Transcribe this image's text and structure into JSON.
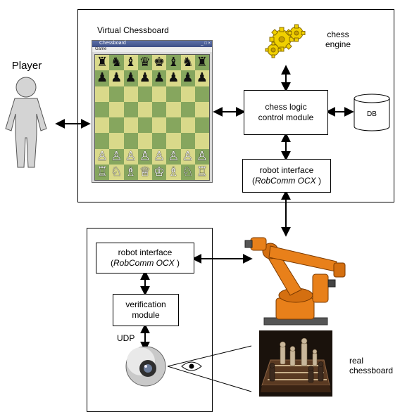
{
  "labels": {
    "player": "Player",
    "virtual_chessboard": "Virtual Chessboard",
    "chess_engine": "chess\nengine",
    "chess_logic": "chess logic\ncontrol module",
    "db": "DB",
    "robot_interface_top_line1": "robot interface",
    "robot_interface_top_open": "(",
    "robot_interface_top_italic": "RobComm OCX",
    "robot_interface_top_close": " )",
    "robot_interface_bottom_line1": "robot interface",
    "robot_interface_bottom_open": "(",
    "robot_interface_bottom_italic": "RobComm OCX",
    "robot_interface_bottom_close": " )",
    "verification_module": "verification\nmodule",
    "udp": "UDP",
    "real_chessboard": "real\nchessboard"
  },
  "chessboard_window": {
    "title": "Chessboard",
    "menu": "Game",
    "buttons": "_ □ ×",
    "rows": [
      [
        "♜",
        "♞",
        "♝",
        "♛",
        "♚",
        "♝",
        "♞",
        "♜"
      ],
      [
        "♟",
        "♟",
        "♟",
        "♟",
        "♟",
        "♟",
        "♟",
        "♟"
      ],
      [
        "",
        "",
        "",
        "",
        "",
        "",
        "",
        ""
      ],
      [
        "",
        "",
        "",
        "",
        "",
        "",
        "",
        ""
      ],
      [
        "",
        "",
        "",
        "",
        "",
        "",
        "",
        ""
      ],
      [
        "",
        "",
        "",
        "",
        "",
        "",
        "",
        ""
      ],
      [
        "♙",
        "♙",
        "♙",
        "♙",
        "♙",
        "♙",
        "♙",
        "♙"
      ],
      [
        "♖",
        "♘",
        "♗",
        "♕",
        "♔",
        "♗",
        "♘",
        "♖"
      ]
    ]
  },
  "colors": {
    "light_square": "#d9d98a",
    "dark_square": "#86a65e",
    "gear": "#f0d000",
    "robot": "#e8801a"
  }
}
